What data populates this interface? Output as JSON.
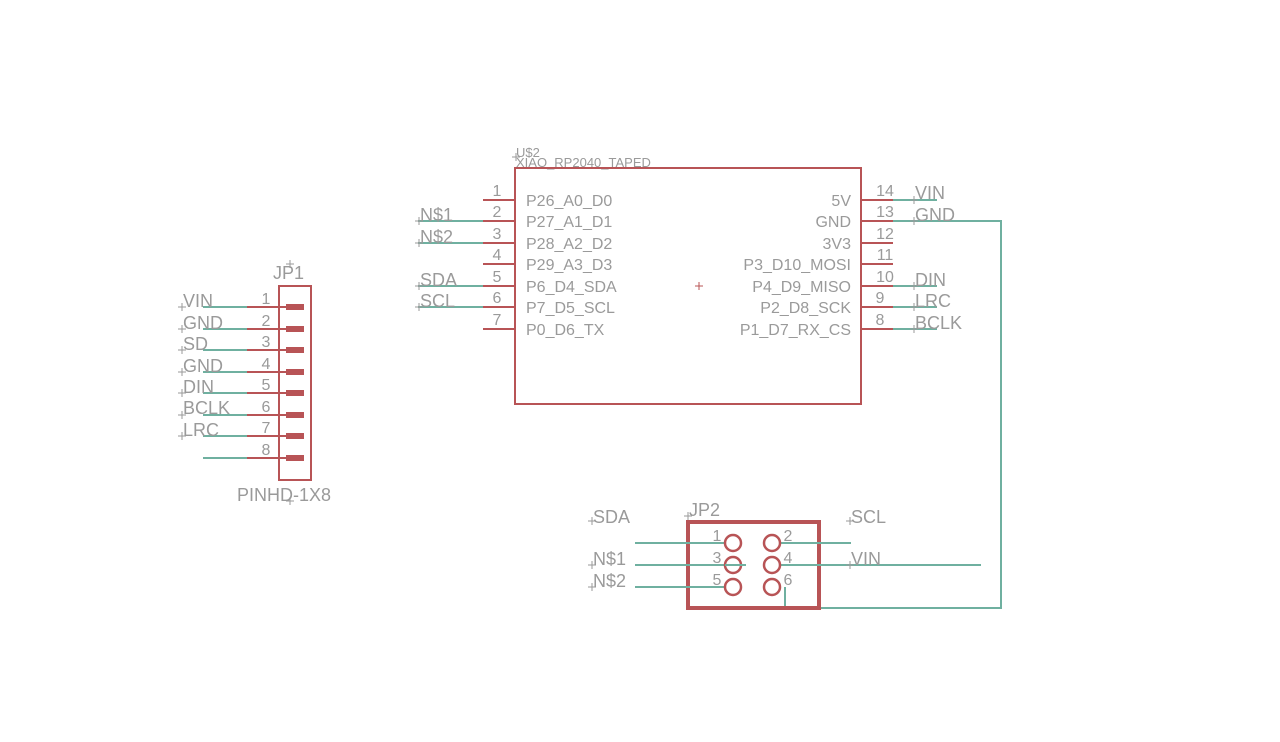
{
  "colors": {
    "part": "#b85456",
    "wire": "#6fb0a0",
    "text": "#9a9a9a",
    "background": "#ffffff"
  },
  "u2": {
    "name": "U$2",
    "value": "XIAO_RP2040_TAPED",
    "left_pins": [
      {
        "num": "1",
        "name": "P26_A0_D0",
        "net": ""
      },
      {
        "num": "2",
        "name": "P27_A1_D1",
        "net": "N$1"
      },
      {
        "num": "3",
        "name": "P28_A2_D2",
        "net": "N$2"
      },
      {
        "num": "4",
        "name": "P29_A3_D3",
        "net": ""
      },
      {
        "num": "5",
        "name": "P6_D4_SDA",
        "net": "SDA"
      },
      {
        "num": "6",
        "name": "P7_D5_SCL",
        "net": "SCL"
      },
      {
        "num": "7",
        "name": "P0_D6_TX",
        "net": ""
      }
    ],
    "right_pins": [
      {
        "num": "14",
        "name": "5V",
        "net": "VIN"
      },
      {
        "num": "13",
        "name": "GND",
        "net": "GND"
      },
      {
        "num": "12",
        "name": "3V3",
        "net": ""
      },
      {
        "num": "11",
        "name": "P3_D10_MOSI",
        "net": ""
      },
      {
        "num": "10",
        "name": "P4_D9_MISO",
        "net": "DIN"
      },
      {
        "num": "9",
        "name": "P2_D8_SCK",
        "net": "LRC"
      },
      {
        "num": "8",
        "name": "P1_D7_RX_CS",
        "net": "BCLK"
      }
    ]
  },
  "jp1": {
    "name": "JP1",
    "value": "PINHD-1X8",
    "pins": [
      {
        "num": "1",
        "net": "VIN"
      },
      {
        "num": "2",
        "net": "GND"
      },
      {
        "num": "3",
        "net": "SD"
      },
      {
        "num": "4",
        "net": "GND"
      },
      {
        "num": "5",
        "net": "DIN"
      },
      {
        "num": "6",
        "net": "BCLK"
      },
      {
        "num": "7",
        "net": "LRC"
      },
      {
        "num": "8",
        "net": ""
      }
    ]
  },
  "jp2": {
    "name": "JP2",
    "pins_left": [
      {
        "num": "1",
        "net": "SDA"
      },
      {
        "num": "3",
        "net": "N$1"
      },
      {
        "num": "5",
        "net": "N$2"
      }
    ],
    "pins_right": [
      {
        "num": "2",
        "net": "SCL"
      },
      {
        "num": "4",
        "net": "VIN"
      },
      {
        "num": "6",
        "net": ""
      }
    ]
  }
}
